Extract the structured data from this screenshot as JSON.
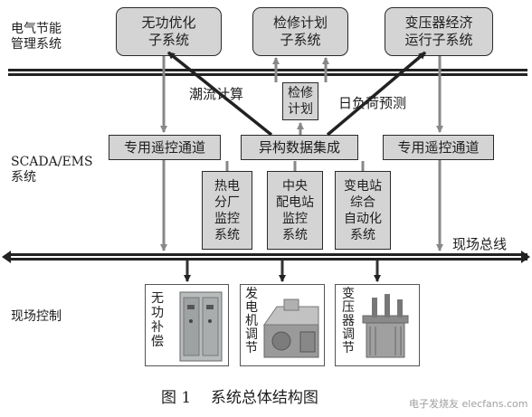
{
  "layers": {
    "management": "电气节能\n管理系统",
    "scada": "SCADA/EMS\n系统",
    "field": "现场控制"
  },
  "top_boxes": {
    "reactive": "无功优化\n子系统",
    "maintenance": "检修计划\n子系统",
    "transformer": "变压器经济\n运行子系统"
  },
  "middle": {
    "maintenance_plan": "检修\n计划",
    "flow_calc": "潮流计算",
    "load_forecast": "日负荷预测",
    "channel_left": "专用遥控通道",
    "channel_right": "专用遥控通道",
    "integration": "异构数据集成",
    "sub_thermal": "热电\n分厂\n监控\n系统",
    "sub_central": "中央\n配电站\n监控\n系统",
    "sub_substation": "变电站\n综合\n自动化\n系统"
  },
  "field_bus_label": "现场总线",
  "field_devices": {
    "reactive_comp": "无\n功\n补\n偿",
    "generator": "发\n电\n机\n调\n节",
    "transformer_adj": "变\n压\n器\n调\n节"
  },
  "caption": "图 1    系统总体结构图",
  "watermark": "电子发烧友 elecfans.com"
}
